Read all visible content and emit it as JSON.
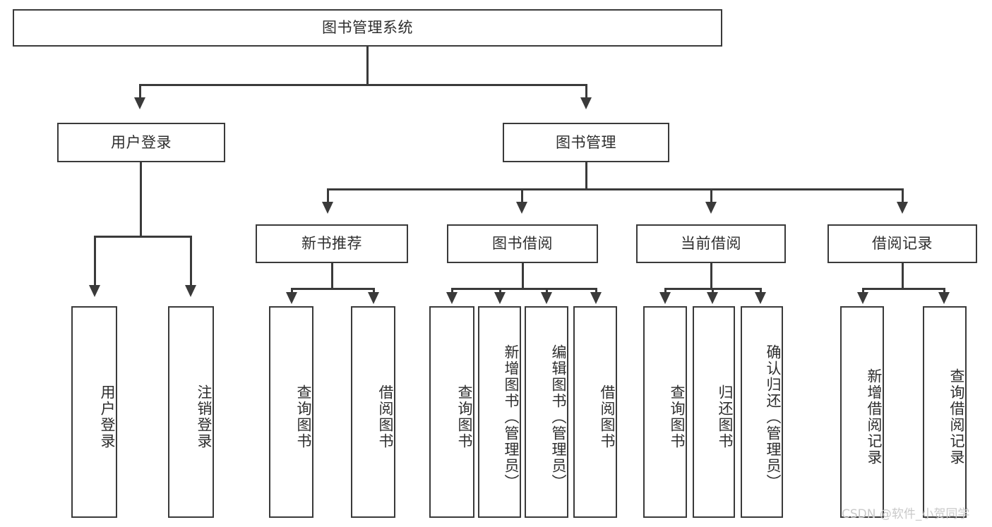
{
  "diagram": {
    "type": "hierarchy-tree",
    "title": "图书管理系统",
    "watermark": "CSDN @软件_小贺同学",
    "colors": {
      "box_border": "#3a3a3a",
      "box_fill": "#ffffff",
      "text": "#2e2e2e",
      "connector": "#3a3a3a",
      "watermark": "#c9c9c9",
      "background": "#ffffff"
    },
    "root": {
      "label": "图书管理系统"
    },
    "level2": [
      {
        "id": "user-login",
        "label": "用户登录"
      },
      {
        "id": "book-management",
        "label": "图书管理"
      }
    ],
    "level3": [
      {
        "id": "new-book-recommend",
        "label": "新书推荐",
        "parent": "book-management"
      },
      {
        "id": "book-borrow",
        "label": "图书借阅",
        "parent": "book-management"
      },
      {
        "id": "current-borrow",
        "label": "当前借阅",
        "parent": "book-management"
      },
      {
        "id": "borrow-record",
        "label": "借阅记录",
        "parent": "book-management"
      }
    ],
    "leaves": {
      "user-login": [
        {
          "id": "leaf-user-login",
          "label": "用户登录"
        },
        {
          "id": "leaf-logout",
          "label": "注销登录"
        }
      ],
      "new-book-recommend": [
        {
          "id": "leaf-query-book-1",
          "label": "查询图书"
        },
        {
          "id": "leaf-borrow-book-1",
          "label": "借阅图书"
        }
      ],
      "book-borrow": [
        {
          "id": "leaf-query-book-2",
          "label": "查询图书"
        },
        {
          "id": "leaf-add-book",
          "label": "新增图书（管理员）"
        },
        {
          "id": "leaf-edit-book",
          "label": "编辑图书（管理员）"
        },
        {
          "id": "leaf-borrow-book-2",
          "label": "借阅图书"
        }
      ],
      "current-borrow": [
        {
          "id": "leaf-query-book-3",
          "label": "查询图书"
        },
        {
          "id": "leaf-return-book",
          "label": "归还图书"
        },
        {
          "id": "leaf-confirm-return",
          "label": "确认归还（管理员）"
        }
      ],
      "borrow-record": [
        {
          "id": "leaf-add-record",
          "label": "新增借阅记录"
        },
        {
          "id": "leaf-query-record",
          "label": "查询借阅记录"
        }
      ]
    }
  }
}
